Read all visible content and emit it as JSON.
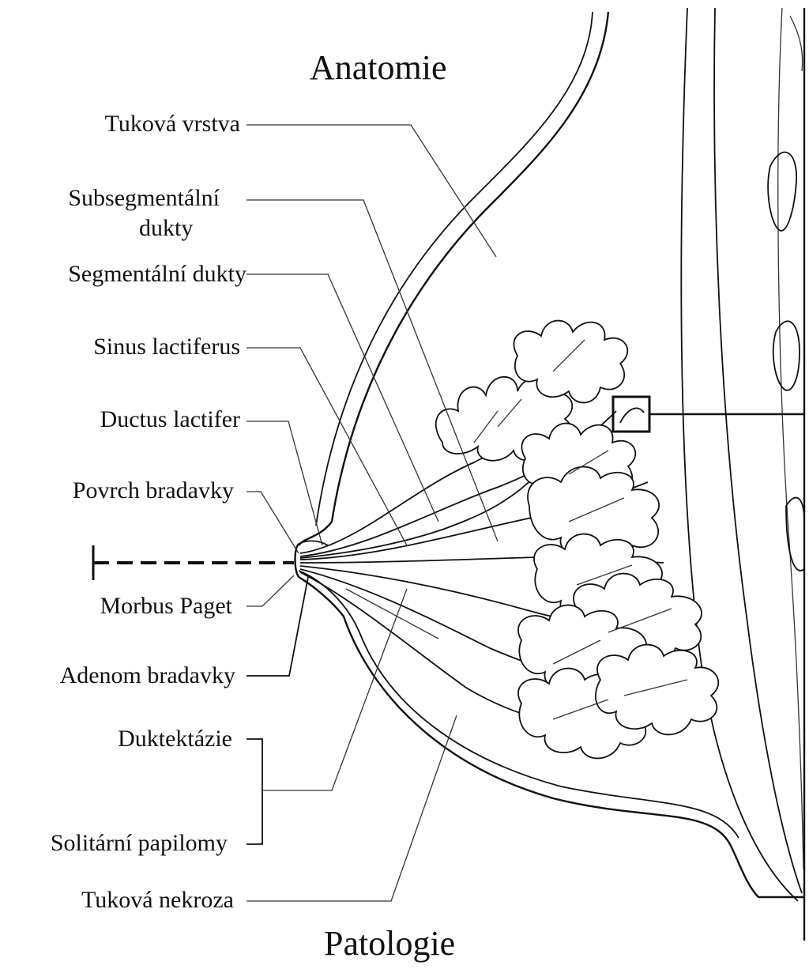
{
  "headings": {
    "top": "Anatomie",
    "bottom": "Patologie"
  },
  "labels": {
    "tukova_vrstva": "Tuková vrstva",
    "subsegmentalni_1": "Subsegmentální",
    "subsegmentalni_2": "dukty",
    "segmentalni": "Segmentální dukty",
    "sinus": "Sinus lactiferus",
    "ductus": "Ductus lactifer",
    "povrch": "Povrch bradavky",
    "paget": "Morbus Paget",
    "adenom": "Adenom bradavky",
    "duktektazie": "Duktektázie",
    "papilomy": "Solitární papilomy",
    "nekroza": "Tuková nekroza"
  },
  "colors": {
    "line": "#111111",
    "background": "#ffffff"
  }
}
